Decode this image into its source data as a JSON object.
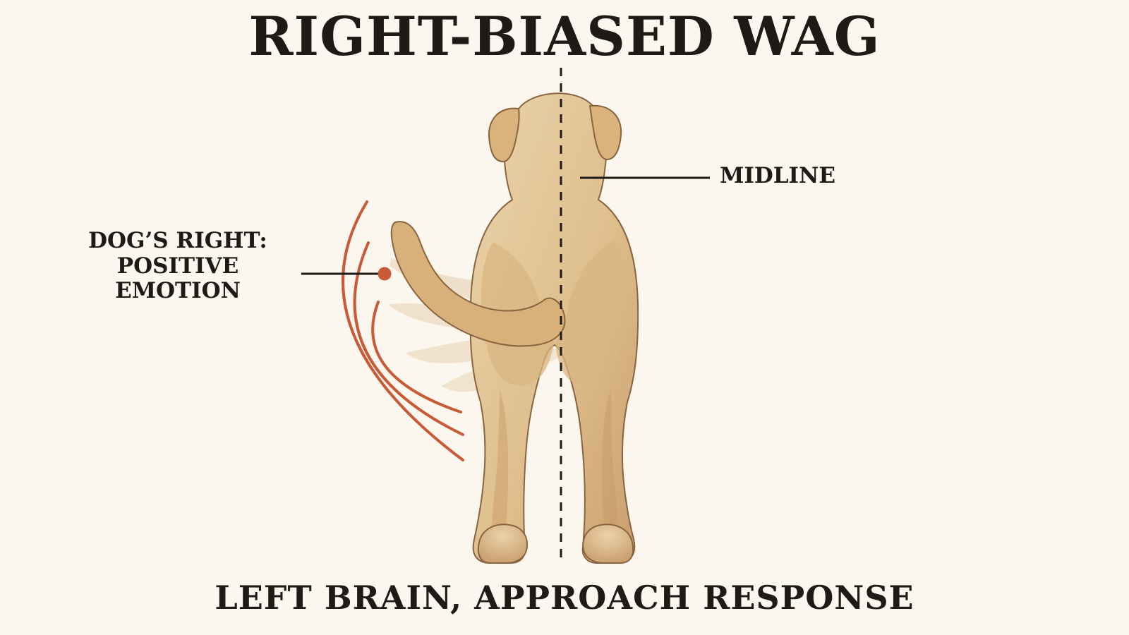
{
  "diagram": {
    "title": "RIGHT-BIASED WAG",
    "subtitle": "LEFT BRAIN, APPROACH RESPONSE",
    "labels": {
      "dog_right_line1": "DOG’S RIGHT:",
      "dog_right_line2": "POSITIVE EMOTION",
      "midline": "MIDLINE"
    },
    "colors": {
      "background": "#fcf7ee",
      "text": "#1f1a17",
      "accent": "#c85a37",
      "dog_fur": "#dfbf8d",
      "dog_shadow": "#b99163"
    }
  }
}
